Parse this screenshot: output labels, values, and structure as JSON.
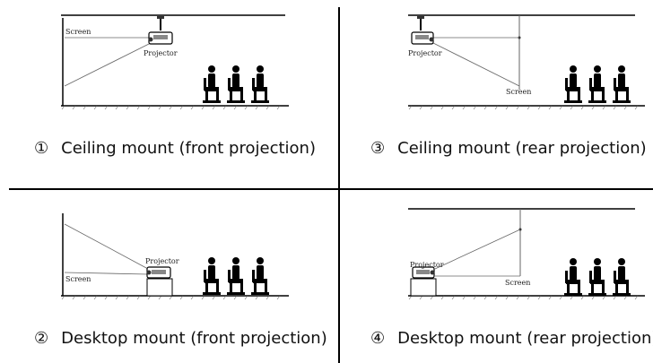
{
  "panels": [
    {
      "id": "p1",
      "number": "①",
      "caption": "Ceiling mount (front projection)",
      "screen_label": "Screen",
      "projector_label": "Projector"
    },
    {
      "id": "p2",
      "number": "②",
      "caption": "Desktop mount (front projection)",
      "screen_label": "Screen",
      "projector_label": "Projector"
    },
    {
      "id": "p3",
      "number": "③",
      "caption": "Ceiling mount (rear projection)",
      "screen_label": "Screen",
      "projector_label": "Projector"
    },
    {
      "id": "p4",
      "number": "④",
      "caption": "Desktop mount (rear projection)",
      "screen_label": "Screen",
      "projector_label": "Projector"
    }
  ]
}
